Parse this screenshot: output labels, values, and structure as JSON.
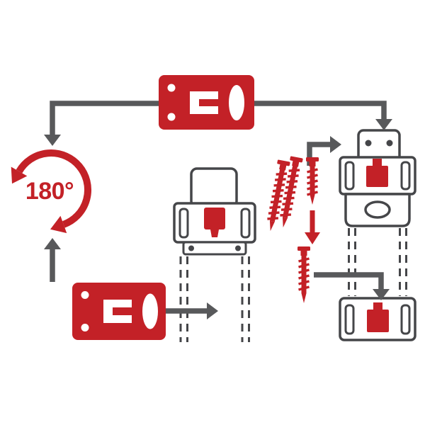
{
  "diagram": {
    "rotation_label": "180°",
    "colors": {
      "red": "#c32127",
      "gray": "#58595b",
      "outline": "#454649",
      "white": "#ffffff",
      "background": "#ffffff"
    },
    "parts": [
      "mounting-plate-top",
      "rotation-indicator-180",
      "mounting-plate-rotated",
      "wall-bracket-center",
      "wall-bracket-right",
      "mounting-screws",
      "assembly-arrows"
    ]
  }
}
